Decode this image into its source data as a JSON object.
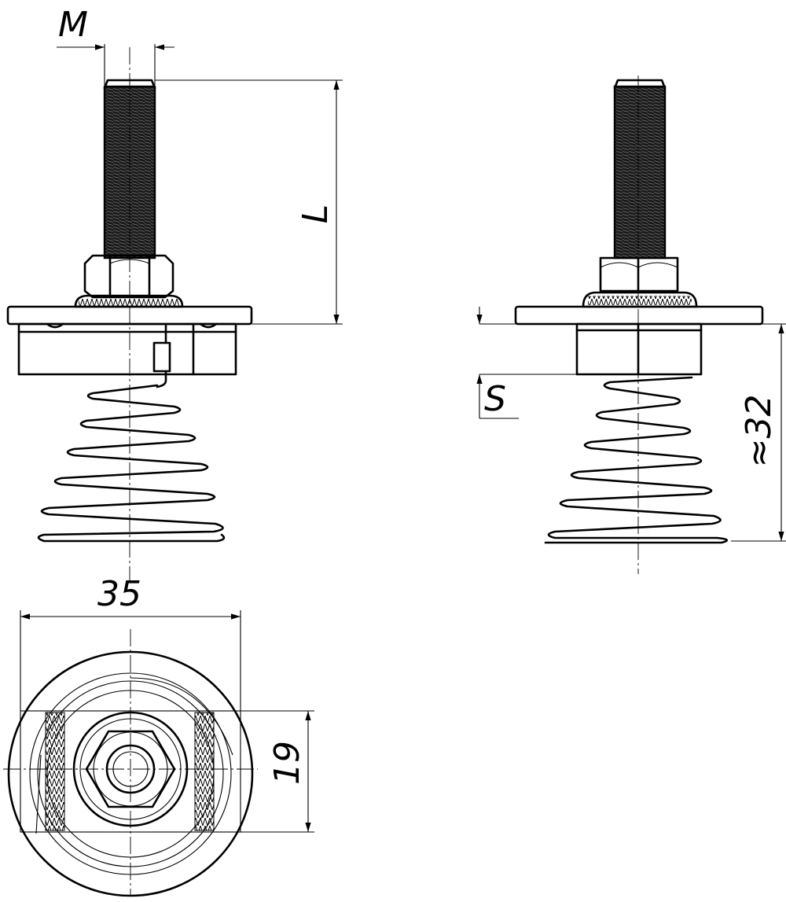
{
  "dimensions": {
    "thread_size": "M",
    "bolt_length": "L",
    "nut_height": "S",
    "spring_height": "≈32",
    "outer_diameter": "35",
    "slot_width": "19"
  }
}
